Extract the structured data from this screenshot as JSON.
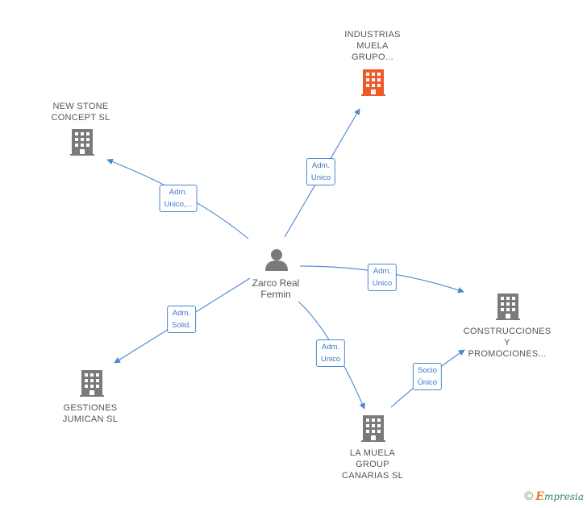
{
  "colors": {
    "edge": "#4a86d3",
    "building": "#7a7a7a",
    "highlight": "#f05a28",
    "person": "#7a7a7a"
  },
  "nodes": {
    "center": {
      "label": "Zarco Real\nFermin",
      "icon": "person-icon"
    },
    "industrias": {
      "label": "INDUSTRIAS\nMUELA\nGRUPO...",
      "icon": "building-icon"
    },
    "newstone": {
      "label": "NEW STONE\nCONCEPT  SL",
      "icon": "building-icon"
    },
    "construcciones": {
      "label": "CONSTRUCCIONES\nY\nPROMOCIONES...",
      "icon": "building-icon"
    },
    "gestiones": {
      "label": "GESTIONES\nJUMICAN SL",
      "icon": "building-icon"
    },
    "lamuela": {
      "label": "LA MUELA\nGROUP\nCANARIAS SL",
      "icon": "building-icon"
    }
  },
  "edges": {
    "to_industrias": "Adm.\nUnico",
    "to_newstone": "Adm.\nUnico,...",
    "to_construcciones": "Adm.\nUnico",
    "to_gestiones": "Adm.\nSolid.",
    "to_lamuela": "Adm.\nUnico",
    "lamuela_to_construcciones": "Socio\nÚnico"
  },
  "footer": {
    "copyright": "©",
    "brand_initial": "E",
    "brand_rest": "mpresia"
  }
}
